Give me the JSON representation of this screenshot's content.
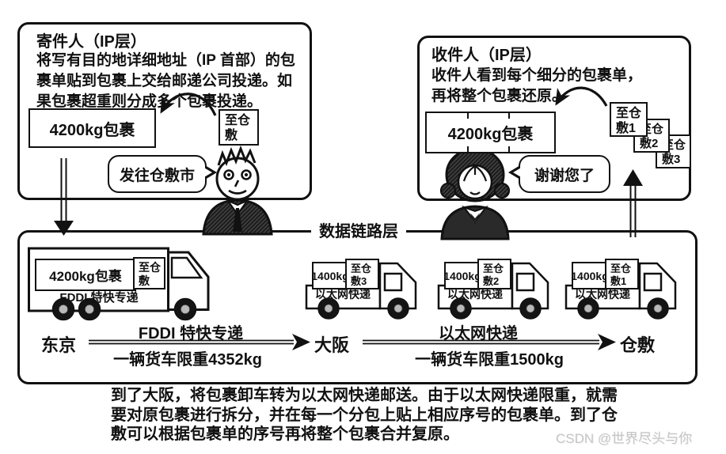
{
  "sender_panel": {
    "title": "寄件人（IP层）",
    "desc_lines": [
      "将写有目的地详细地址（IP 首部）的包",
      "裹单贴到包裹上交给邮递公司投递。如",
      "果包裹超重则分成多个包裹投递。"
    ],
    "package_label": "4200kg包裹",
    "tag": "至仓敷",
    "speech": "发往仓敷市"
  },
  "receiver_panel": {
    "title": "收件人（IP层）",
    "desc_lines": [
      "收件人看到每个细分的包裹单，",
      "再将整个包裹还原。"
    ],
    "package_label": "4200kg包裹",
    "tags": [
      "至仓敷1",
      "至仓敷2",
      "至仓敷3"
    ],
    "speech": "谢谢您了"
  },
  "link_layer_label": "数据链路层",
  "trucks": [
    {
      "package": "4200kg包裹",
      "tag": "至仓敷",
      "service": "FDDI 特快专递"
    },
    {
      "package": "1400kg",
      "tag": "至仓敷3",
      "service": "以太网快递"
    },
    {
      "package": "1400kg",
      "tag": "至仓敷2",
      "service": "以太网快递"
    },
    {
      "package": "1400kg",
      "tag": "至仓敷1",
      "service": "以太网快递"
    }
  ],
  "route": {
    "city_from": "东京",
    "city_mid": "大阪",
    "city_to": "仓敷",
    "leg1_service": "FDDI 特快专递",
    "leg1_limit": "一辆货车限重4352kg",
    "leg2_service": "以太网快递",
    "leg2_limit": "一辆货车限重1500kg"
  },
  "caption_lines": [
    "到了大阪，将包裹卸车转为以太网快递邮送。由于以太网快递限重，就需",
    "要对原包裹进行拆分，并在每一个分包上贴上相应序号的包裹单。到了仓",
    "敷可以根据包裹单的序号再将整个包裹合并复原。"
  ],
  "watermark": "CSDN @世界尽头与你",
  "colors": {
    "ink": "#111111",
    "watermark": "#c6c6c6"
  }
}
